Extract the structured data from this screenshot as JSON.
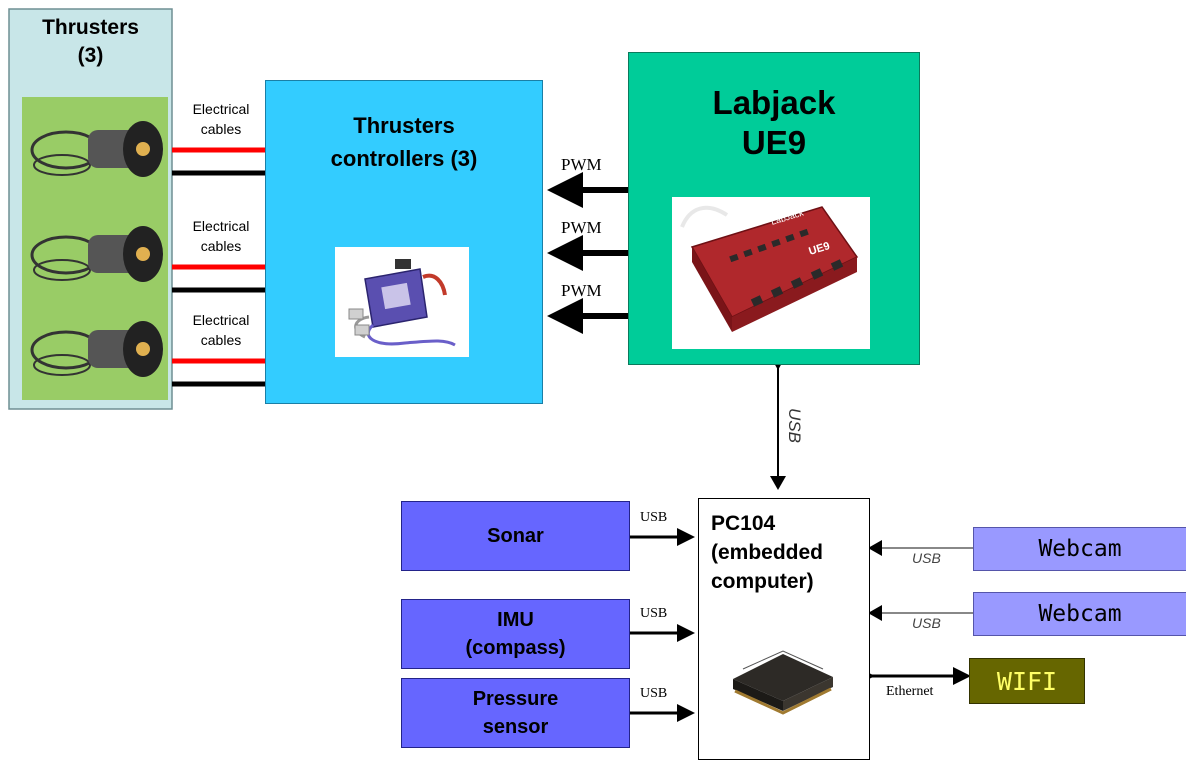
{
  "thrusters": {
    "title_line1": "Thrusters",
    "title_line2": "(3)"
  },
  "cables": [
    {
      "line1": "Electrical",
      "line2": "cables"
    },
    {
      "line1": "Electrical",
      "line2": "cables"
    },
    {
      "line1": "Electrical",
      "line2": "cables"
    }
  ],
  "controllers": {
    "line1": "Thrusters",
    "line2": "controllers (3)"
  },
  "pwm_labels": [
    "PWM",
    "PWM",
    "PWM"
  ],
  "labjack": {
    "line1": "Labjack",
    "line2": "UE9",
    "device_brand": "LabJack",
    "device_model": "UE9"
  },
  "usb_vertical": "USB",
  "pc104": {
    "line1": "PC104",
    "line2": "(embedded",
    "line3": "computer)"
  },
  "sensors": [
    {
      "line1": "Sonar",
      "line2": "",
      "link": "USB"
    },
    {
      "line1": "IMU",
      "line2": "(compass)",
      "link": "USB"
    },
    {
      "line1": "Pressure",
      "line2": "sensor",
      "link": "USB"
    }
  ],
  "webcams": [
    {
      "label": "Webcam",
      "link": "USB"
    },
    {
      "label": "Webcam",
      "link": "USB"
    }
  ],
  "wifi": {
    "label": "WIFI",
    "link": "Ethernet"
  },
  "colors": {
    "thrusters_bg": "#c8e6e8",
    "thrusters_photo_bg": "#99cc66",
    "controllers": "#33ccff",
    "labjack": "#00cc99",
    "sensor": "#6666ff",
    "webcam": "#9999ff",
    "wifi": "#666600",
    "wifi_text": "#ffff66",
    "cable_red": "#ff0000"
  },
  "icons": [
    "thruster-motor-icon",
    "speed-controller-icon",
    "labjack-device-icon",
    "pc104-board-icon"
  ]
}
